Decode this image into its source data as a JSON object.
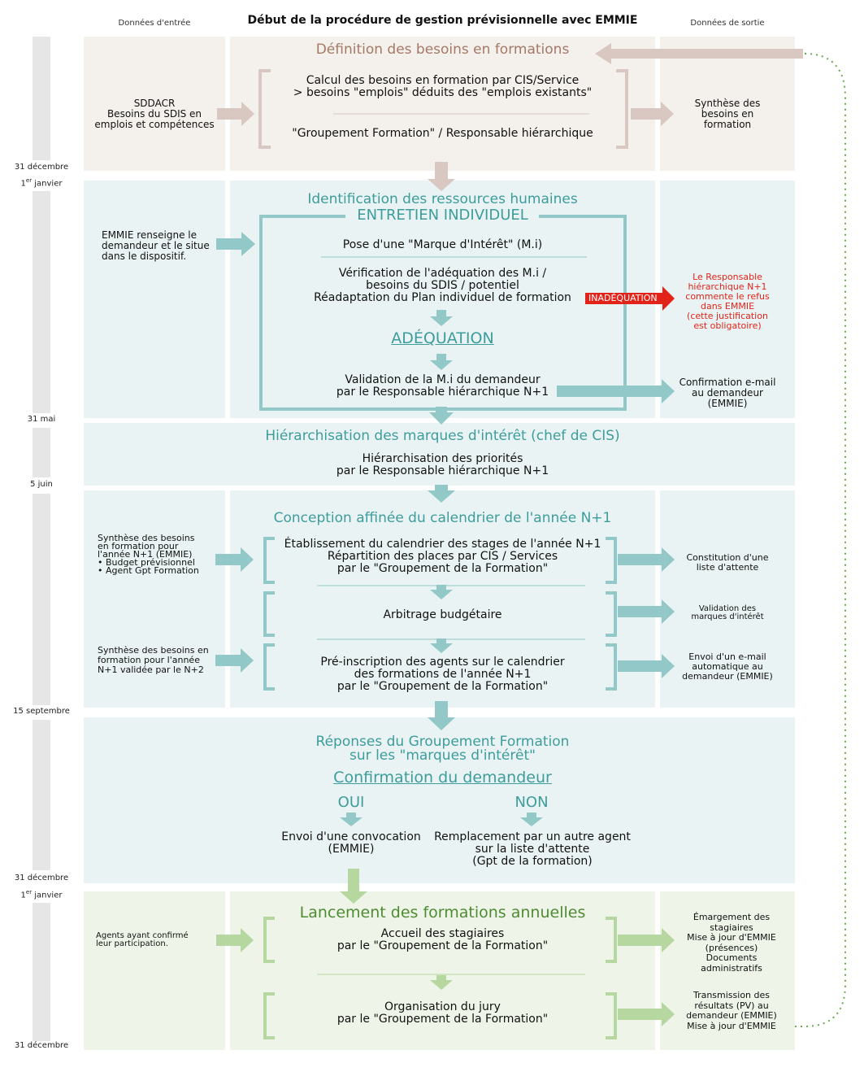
{
  "header": {
    "col_left": "Données d'entrée",
    "title": "Début de la procédure de gestion prévisionnelle avec EMMIE",
    "col_right": "Données de sortie"
  },
  "colors": {
    "sec1_bg": "#f4f0ec",
    "sec1_accent": "#d9c8c2",
    "sec1_title": "#a57966",
    "teal_bg": "#eaf3f3",
    "teal_accent": "#93c8c8",
    "teal_title": "#3d9c9c",
    "green_bg": "#eef5e8",
    "green_accent": "#b6d7a0",
    "green_title": "#4e8b32",
    "red": "#e2231a",
    "timeline": "#e6e6e6"
  },
  "timeline": {
    "d1a": "31 décembre",
    "d1b_sup": "er",
    "d1b_num": "1",
    "d1b_rest": " janvier",
    "d2": "31 mai",
    "d3": "5 juin",
    "d4": "15 septembre",
    "d5a": "31 décembre",
    "d5b_num": "1",
    "d5b_sup": "er",
    "d5b_rest": " janvier",
    "d6": "31 décembre"
  },
  "s1": {
    "title": "Définition des besoins en formations",
    "input_l1": "SDDACR",
    "input_l2": "Besoins du SDIS en",
    "input_l3": "emplois et compétences",
    "step1_l1": "Calcul des besoins en formation par CIS/Service",
    "step1_l2": "> besoins \"emplois\" déduits des \"emplois existants\"",
    "step2": "\"Groupement Formation\" / Responsable hiérarchique",
    "output_l1": "Synthèse des",
    "output_l2": "besoins en",
    "output_l3": "formation"
  },
  "s2": {
    "title": "Identification des ressources humaines",
    "box_title": "ENTRETIEN INDIVIDUEL",
    "input_l1": "EMMIE renseigne le",
    "input_l2": "demandeur et le situe",
    "input_l3": "dans le dispositif.",
    "step1": "Pose d'une \"Marque d'Intérêt\" (M.i)",
    "step2_l1": "Vérification de l'adéquation des M.i /",
    "step2_l2": "besoins du SDIS / potentiel",
    "step2_l3": "Réadaptation du Plan individuel de formation",
    "inadequation": "INADÉQUATION",
    "red_l1": "Le Responsable",
    "red_l2": "hiérarchique N+1",
    "red_l3": "commente le refus",
    "red_l4": "dans EMMIE",
    "red_l5": "(cette justification",
    "red_l6": "est obligatoire)",
    "adequation": "ADÉQUATION",
    "step3_l1": "Validation de la M.i du demandeur",
    "step3_l2": "par le Responsable hiérarchique N+1",
    "output_l1": "Confirmation e-mail",
    "output_l2": "au demandeur",
    "output_l3": "(EMMIE)"
  },
  "s3": {
    "title": "Hiérarchisation des marques d'intérêt (chef de CIS)",
    "l1": "Hiérarchisation des priorités",
    "l2": "par le Responsable hiérarchique N+1"
  },
  "s4": {
    "title": "Conception affinée du calendrier de l'année N+1",
    "in1_l1": "Synthèse des besoins",
    "in1_l2": "en formation pour",
    "in1_l3": "l'année N+1 (EMMIE)",
    "in1_l4": "• Budget prévisionnel",
    "in1_l5": "• Agent Gpt Formation",
    "step1_l1": "Établissement du calendrier des stages de l'année N+1",
    "step1_l2": "Répartition des places par CIS / Services",
    "step1_l3": "par le \"Groupement de la Formation\"",
    "out1_l1": "Constitution d'une",
    "out1_l2": "liste d'attente",
    "step2": "Arbitrage budgétaire",
    "out2_l1": "Validation des",
    "out2_l2": "marques d'intérêt",
    "in2_l1": "Synthèse des besoins en",
    "in2_l2": "formation pour l'année",
    "in2_l3": "N+1 validée par le N+2",
    "step3_l1": "Pré-inscription des agents sur le calendrier",
    "step3_l2": "des formations de l'année N+1",
    "step3_l3": "par le \"Groupement de la Formation\"",
    "out3_l1": "Envoi d'un e-mail",
    "out3_l2": "automatique au",
    "out3_l3": "demandeur (EMMIE)"
  },
  "s5": {
    "title_l1": "Réponses du Groupement Formation",
    "title_l2": "sur les \"marques d'intérêt\"",
    "confirm": "Confirmation du demandeur",
    "oui": "OUI",
    "non": "NON",
    "oui_l1": "Envoi d'une convocation",
    "oui_l2": "(EMMIE)",
    "non_l1": "Remplacement par un autre agent",
    "non_l2": "sur la liste d'attente",
    "non_l3": "(Gpt de la formation)"
  },
  "s6": {
    "title": "Lancement des formations annuelles",
    "input_l1": "Agents ayant confirmé",
    "input_l2": "leur participation.",
    "step1_l1": "Accueil des stagiaires",
    "step1_l2": "par le \"Groupement de la Formation\"",
    "out1_l1": "Émargement des",
    "out1_l2": "stagiaires",
    "out1_l3": "Mise à jour d'EMMIE",
    "out1_l4": "(présences)",
    "out1_l5": "Documents",
    "out1_l6": "administratifs",
    "step2_l1": "Organisation du jury",
    "step2_l2": "par le \"Groupement de la Formation\"",
    "out2_l1": "Transmission des",
    "out2_l2": "résultats (PV) au",
    "out2_l3": "demandeur (EMMIE)",
    "out2_l4": "Mise à jour d'EMMIE"
  }
}
